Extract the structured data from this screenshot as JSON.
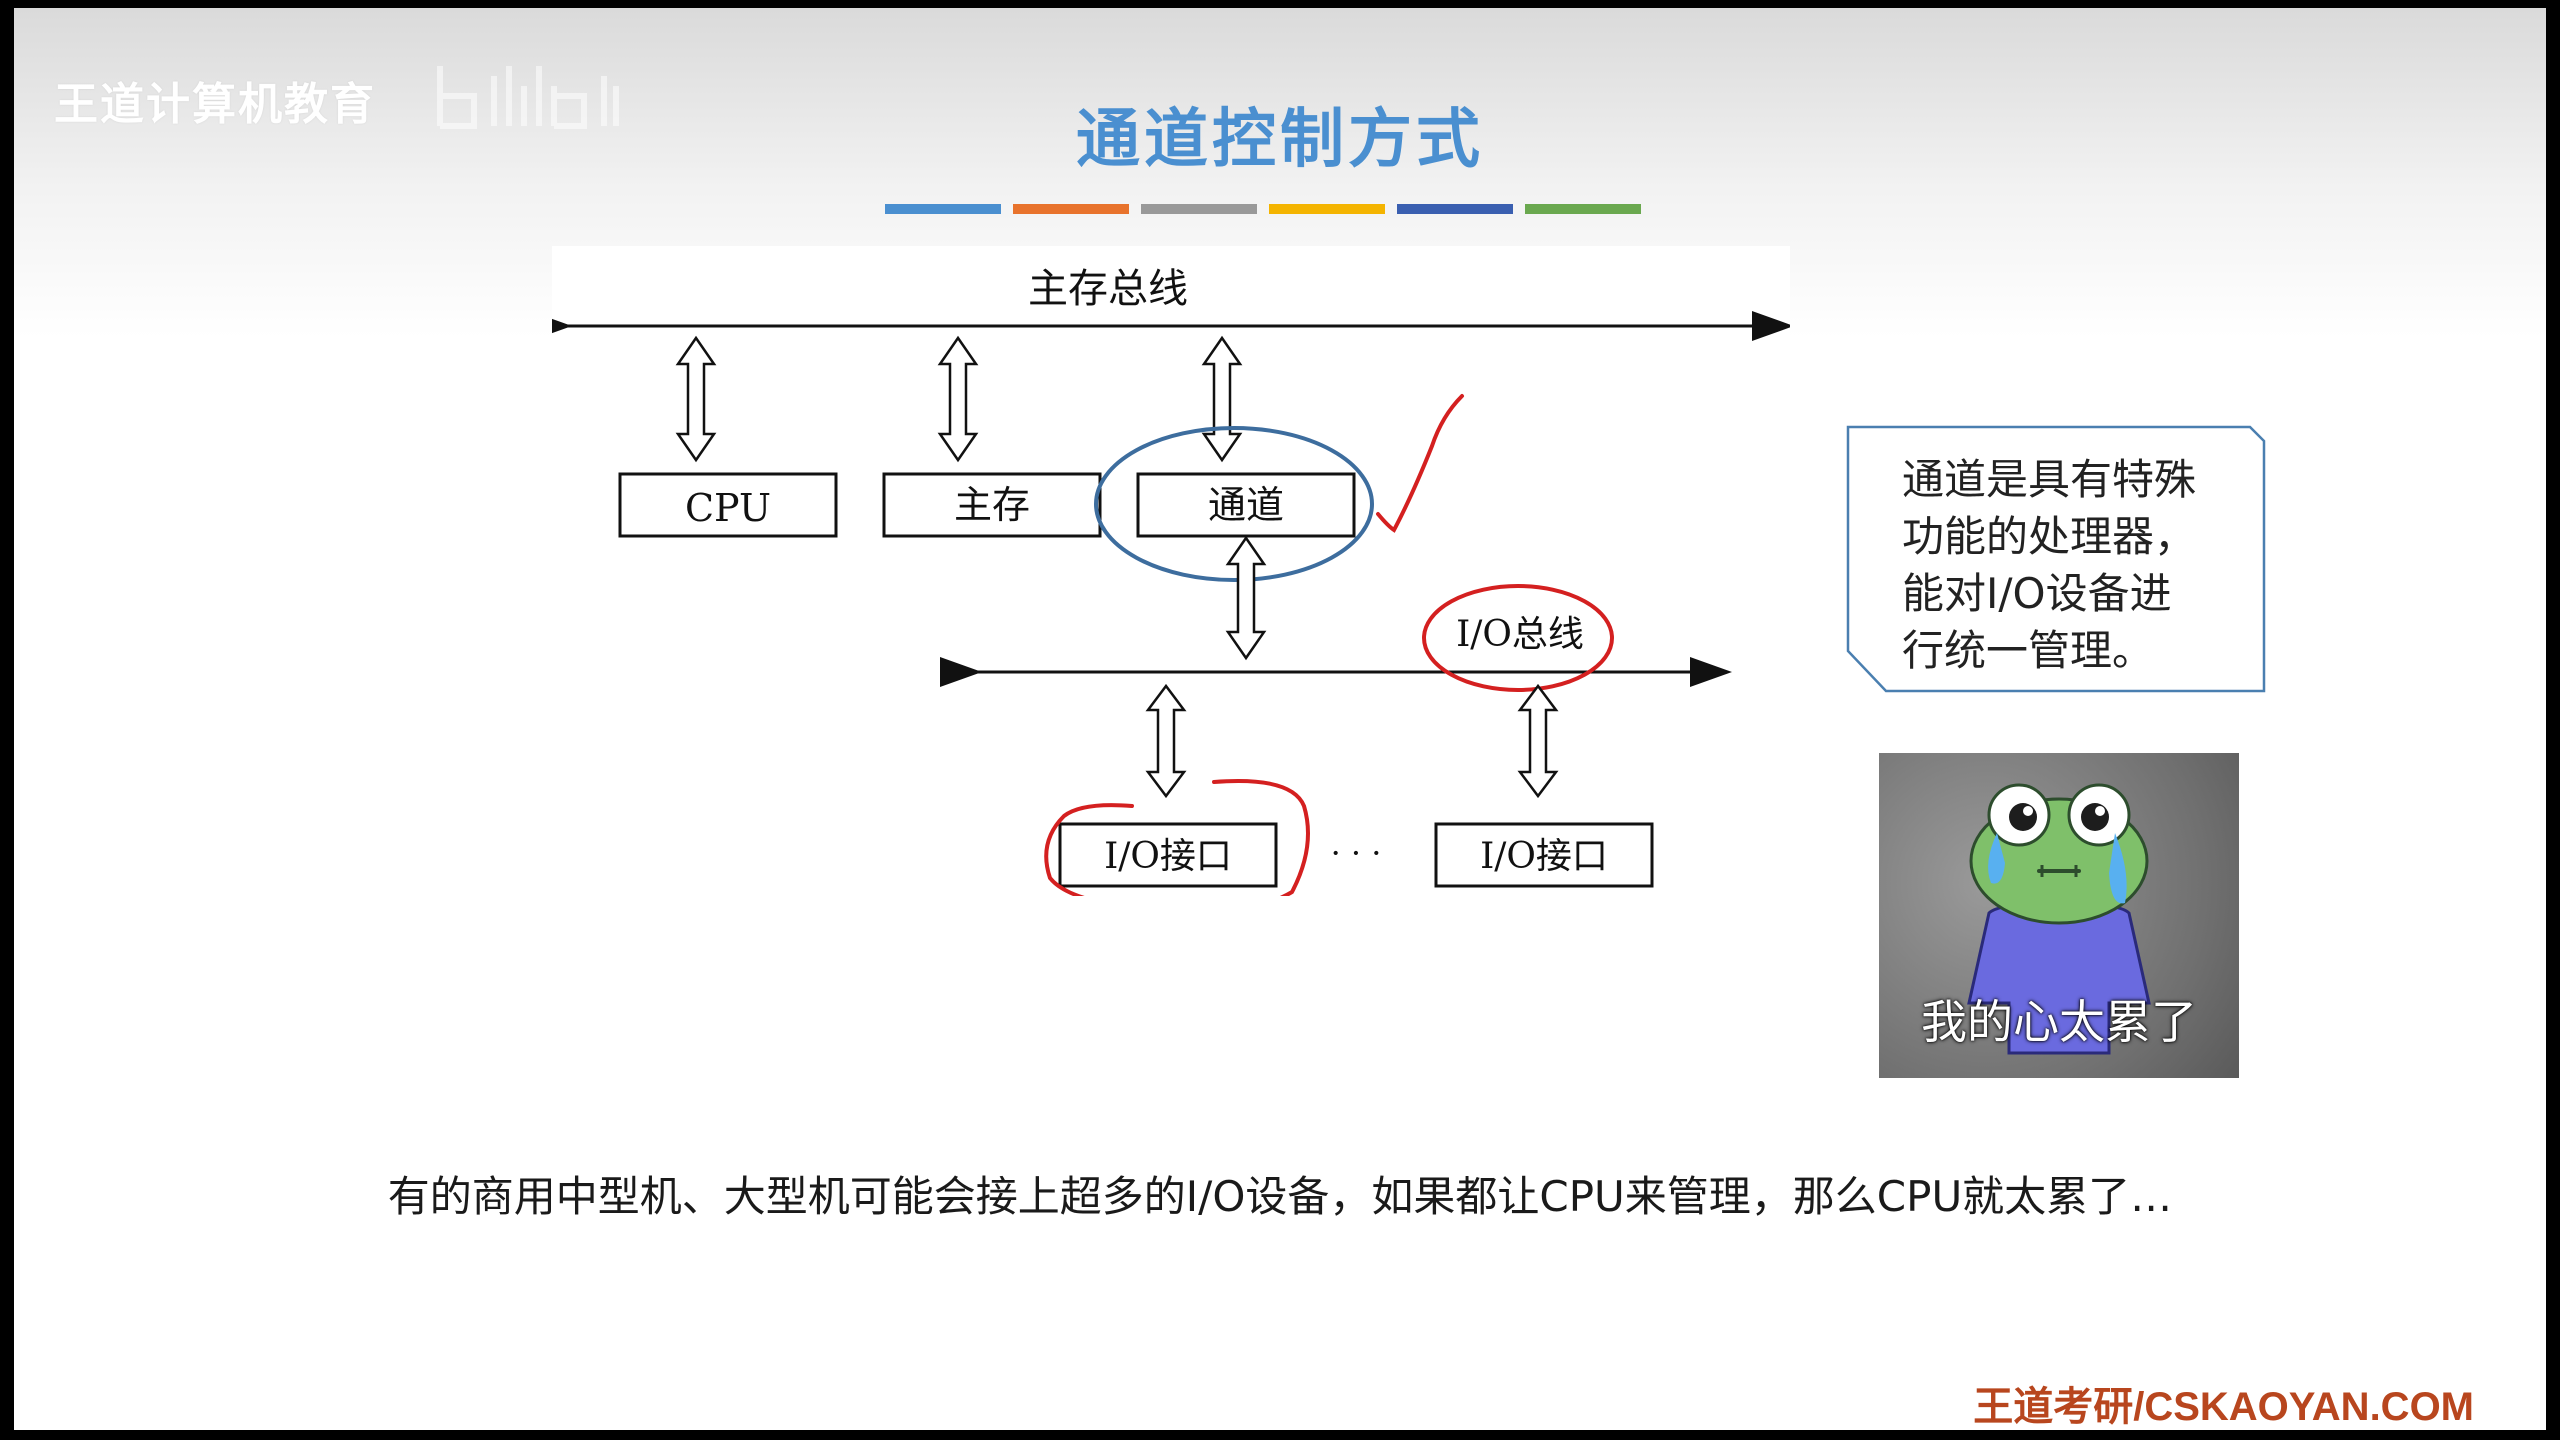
{
  "watermark": "王道计算机教育",
  "title": "通道控制方式",
  "color_bar": [
    "#4a8fd0",
    "#e8732c",
    "#999999",
    "#f4b400",
    "#3a5fb0",
    "#6aa84f"
  ],
  "diagram": {
    "main_bus_label": "主存总线",
    "cpu_label": "CPU",
    "memory_label": "主存",
    "channel_label": "通道",
    "io_bus_label": "I/O总线",
    "io_interface_1": "I/O接口",
    "ellipsis": "· · ·",
    "io_interface_2": "I/O接口",
    "annotation_color": "#d42020",
    "channel_circle_color": "#3d6d9e"
  },
  "callout": {
    "text": "通道是具有特殊\n功能的处理器，\n能对I/O设备进\n行统一管理。",
    "border_color": "#4a7fb0"
  },
  "meme": {
    "caption": "我的心太累了"
  },
  "bottom_text": "有的商用中型机、大型机可能会接上超多的I/O设备，如果都让CPU来管理，那么CPU就太累了…",
  "footer": "王道考研/CSKAOYAN.COM"
}
